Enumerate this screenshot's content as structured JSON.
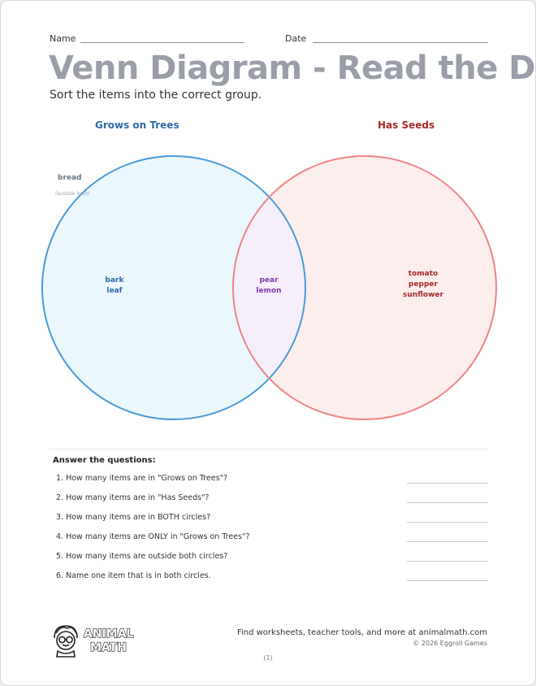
{
  "header": {
    "name_label": "Name",
    "date_label": "Date",
    "title": "Venn Diagram - Read the Diag",
    "subtitle": "Sort the items into the correct group."
  },
  "venn": {
    "left_set": {
      "label": "Grows on Trees",
      "color": "#2f6aa8",
      "stroke": "#4a9ad8",
      "fill": "#eaf7fc",
      "items": [
        "bark",
        "leaf"
      ]
    },
    "right_set": {
      "label": "Has Seeds",
      "color": "#a52a2a",
      "stroke": "#ee8585",
      "fill": "#fdeeee",
      "items": [
        "tomato",
        "pepper",
        "sunflower"
      ]
    },
    "intersection": {
      "color": "#7b3aa8",
      "fill": "#f7eefb",
      "items": [
        "pear",
        "lemon"
      ]
    },
    "outside": {
      "color": "#6b7a8a",
      "items": [
        "bread"
      ],
      "note": "(outside both)"
    }
  },
  "questions": {
    "heading": "Answer the questions:",
    "items": [
      "1. How many items are in \"Grows on Trees\"?",
      "2. How many items are in \"Has Seeds\"?",
      "3. How many items are in BOTH circles?",
      "4. How many items are ONLY in \"Grows on Trees\"?",
      "5. How many items are outside both circles?",
      "6. Name one item that is in both circles."
    ]
  },
  "footer": {
    "logo_line1": "ANIMAL",
    "logo_line2": "MATH",
    "tagline": "Find worksheets, teacher tools, and more at animalmath.com",
    "copyright": "© 2026 Eggroll Games",
    "page_number": "(1)"
  }
}
